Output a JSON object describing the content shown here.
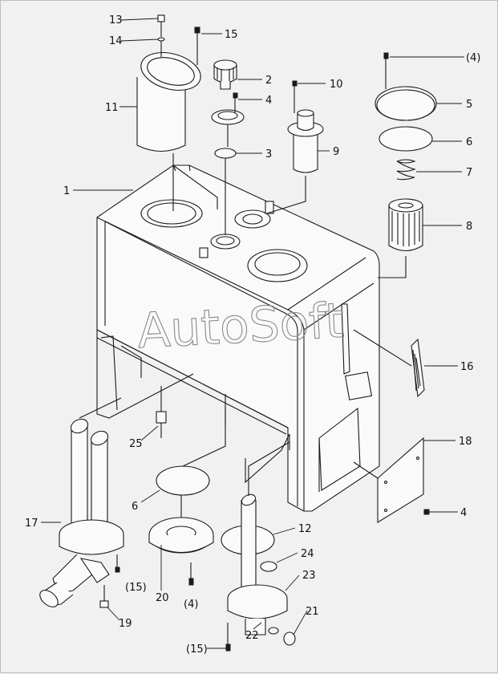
{
  "watermark": "AutoSoft",
  "labels": {
    "l1": "1",
    "l2": "2",
    "l3": "3",
    "l4a": "4",
    "l4b": "(4)",
    "l4c": "4",
    "l4d": "(4)",
    "l5": "5",
    "l6a": "6",
    "l6b": "6",
    "l7": "7",
    "l8": "8",
    "l9": "9",
    "l10": "10",
    "l11": "11",
    "l12": "12",
    "l13": "13",
    "l14": "14",
    "l15a": "15",
    "l15b": "(15)",
    "l15c": "(15)",
    "l16": "16",
    "l17": "17",
    "l18": "18",
    "l19": "19",
    "l20": "20",
    "l21": "21",
    "l22": "22",
    "l23": "23",
    "l24": "24",
    "l25": "25"
  }
}
